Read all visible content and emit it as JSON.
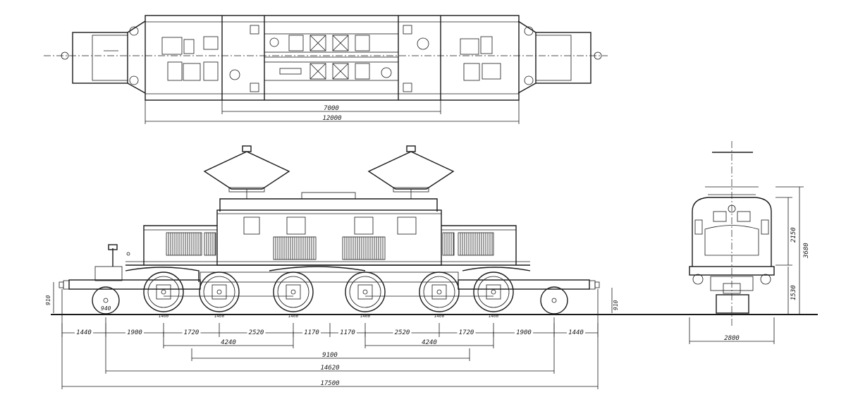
{
  "plan_view": {
    "dim_cab_section": "7000",
    "dim_body_length": "12000"
  },
  "side_view": {
    "dims_row_1": [
      "1440",
      "1900",
      "1720",
      "2520",
      "1170",
      "1170",
      "2520",
      "1720",
      "1900",
      "1440"
    ],
    "dim_bogie_left": "4240",
    "dim_bogie_right": "4240",
    "dim_pivot_centres": "9100",
    "dim_wheelbase_total": "14620",
    "dim_overall_length": "17500",
    "dim_buffer_height_left": "910",
    "dim_buffer_height_right": "910",
    "dim_small_wheel": "940",
    "dim_axle_ticks": [
      "1400",
      "1400",
      "1400",
      "1400",
      "1400",
      "1400"
    ]
  },
  "end_view": {
    "dim_width": "2800",
    "dim_upper_height": "2150",
    "dim_lower_height": "1530",
    "dim_total_height": "3680"
  }
}
